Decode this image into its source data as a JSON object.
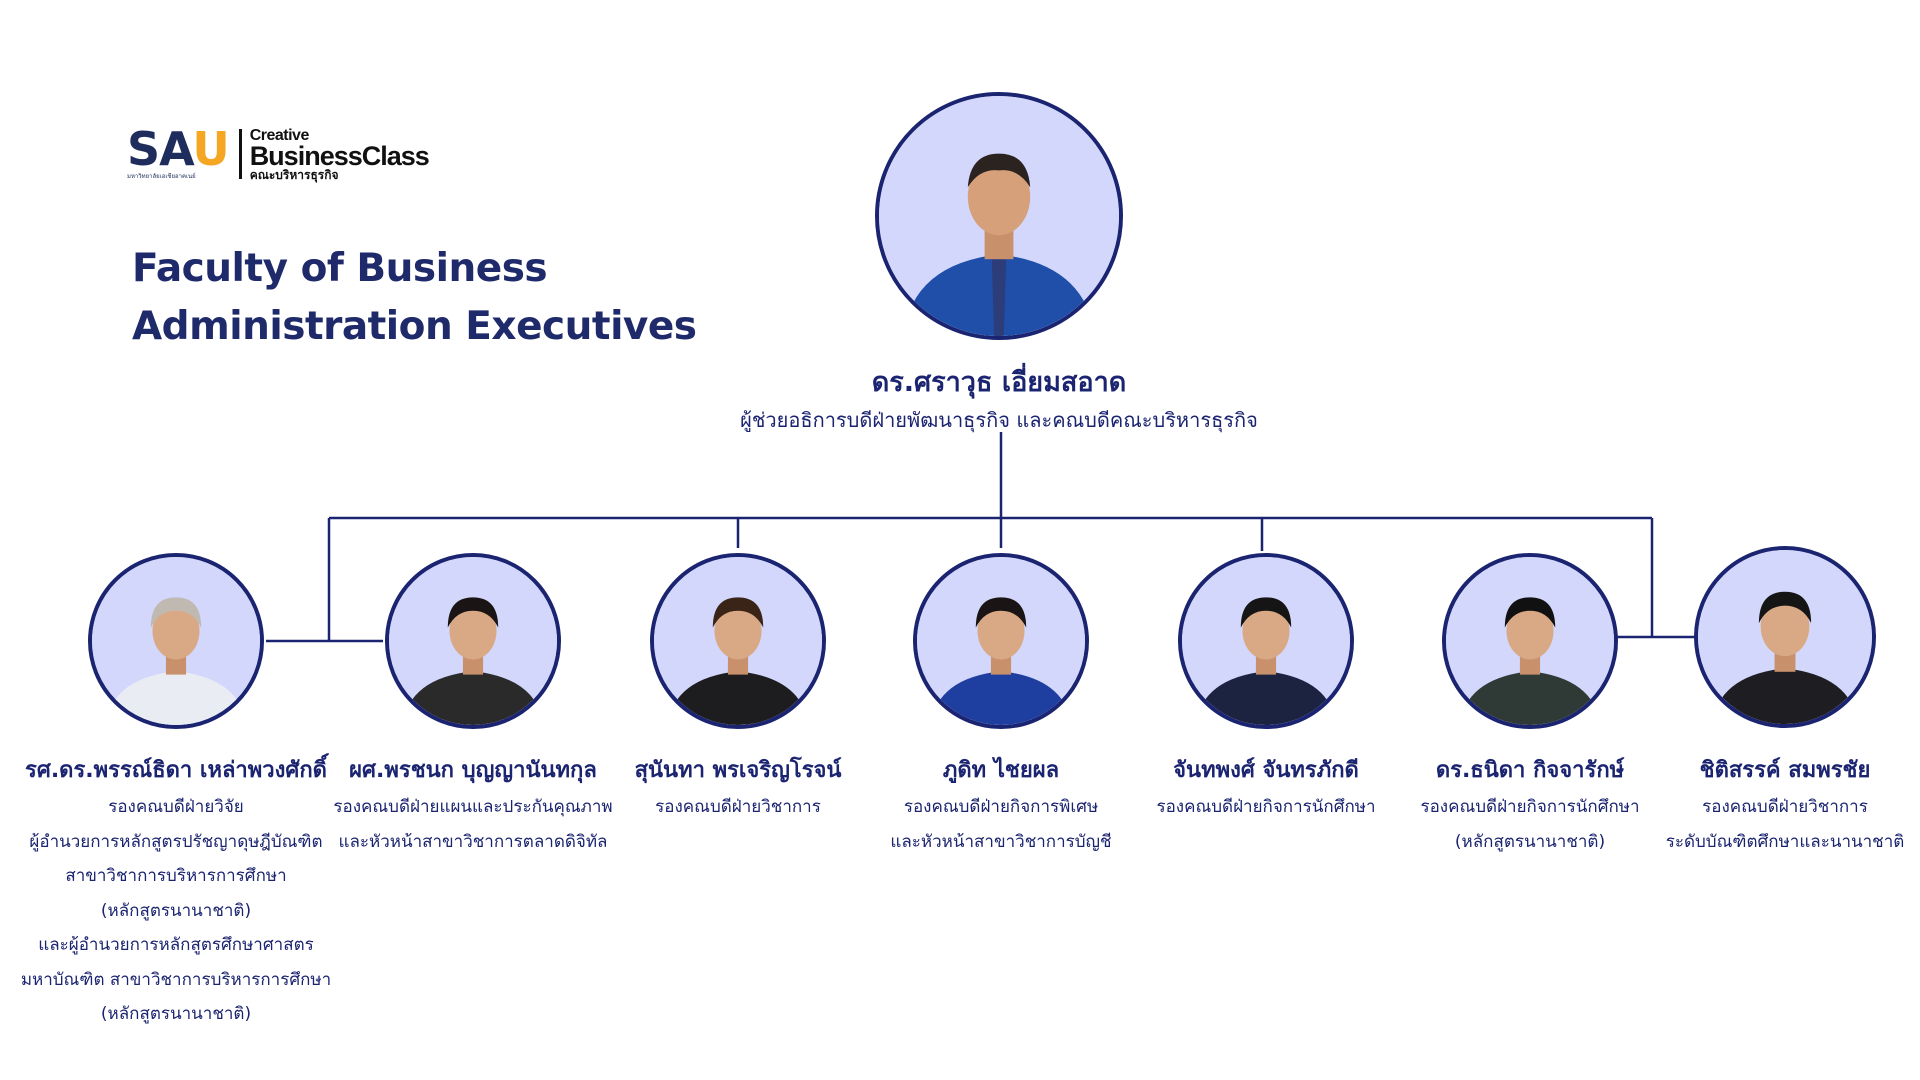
{
  "logo": {
    "sau": "SAU",
    "sau_subtitle": "มหาวิทยาลัยเอเชียอาคเนย์",
    "creative": "Creative",
    "business_class": "BusinessClass",
    "faculty_thai": "คณะบริหารธุรกิจ"
  },
  "title": {
    "line1": "Faculty of Business",
    "line2": "Administration Executives"
  },
  "head": {
    "name": "ดร.ศราวุธ เอี่ยมสอาด",
    "role": "ผู้ช่วยอธิการบดีฝ่ายพัฒนาธุรกิจ  และคณบดีคณะบริหารธุรกิจ"
  },
  "members": [
    {
      "name": "รศ.ดร.พรรณ์ธิดา เหล่าพวงศักดิ์",
      "role_lines": [
        "รองคณบดีฝ่ายวิจัย",
        "ผู้อำนวยการหลักสูตรปรัชญาดุษฎีบัณฑิต",
        "สาขาวิชาการบริหารการศึกษา",
        "(หลักสูตรนานาชาติ)",
        "และผู้อำนวยการหลักสูตรศึกษาศาสตร",
        "มหาบัณฑิต สาขาวิชาการบริหารการศึกษา",
        "(หลักสูตรนานาชาติ)"
      ]
    },
    {
      "name": "ผศ.พรชนก บุญญานันทกุล",
      "role_lines": [
        "รองคณบดีฝ่ายแผนและประกันคุณภาพ",
        "และหัวหน้าสาขาวิชาการตลาดดิจิทัล"
      ]
    },
    {
      "name": "สุนันทา พรเจริญโรจน์",
      "role_lines": [
        "รองคณบดีฝ่ายวิชาการ"
      ]
    },
    {
      "name": "ภูดิท ไชยผล",
      "role_lines": [
        "รองคณบดีฝ่ายกิจการพิเศษ",
        "และหัวหน้าสาขาวิชาการบัญชี"
      ]
    },
    {
      "name": "จันทพงศ์ จันทรภักดี",
      "role_lines": [
        "รองคณบดีฝ่ายกิจการนักศึกษา"
      ]
    },
    {
      "name": "ดร.ธนิดา กิจจารักษ์",
      "role_lines": [
        "รองคณบดีฝ่ายกิจการนักศึกษา",
        "(หลักสูตรนานาชาติ)"
      ]
    },
    {
      "name": "ชิติสรรค์  สมพรชัย",
      "role_lines": [
        "รองคณบดีฝ่ายวิชาการ",
        "ระดับบัณฑิตศึกษาและนานาชาติ"
      ]
    }
  ],
  "colors": {
    "navy": "#1b2470",
    "accent_yellow": "#f5a623",
    "avatar_bg": "#d3d7fb"
  }
}
